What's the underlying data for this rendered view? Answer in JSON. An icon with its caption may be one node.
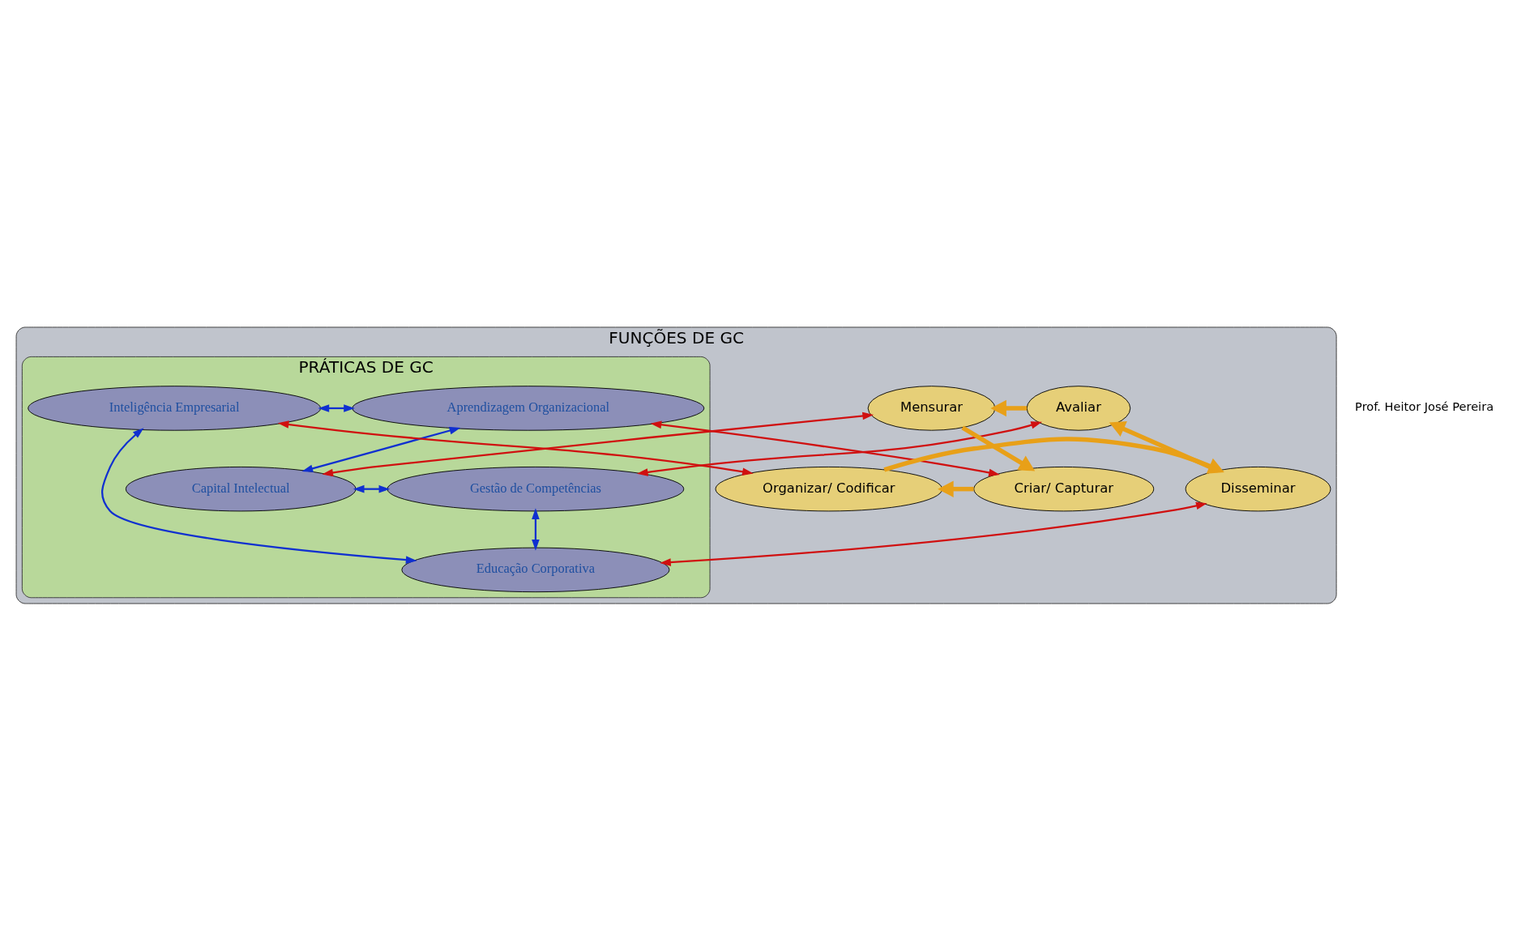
{
  "diagram": {
    "nodes": [
      {
        "text": [
          "FUNÇÕES DE GC"
        ]
      },
      {
        "text": [
          "PRÁTICAS DE GC"
        ],
        "in": 0
      },
      {
        "text": [
          "Criar/ Capturar"
        ],
        "in": 0
      },
      {
        "text": [
          "Organizar/ Codificar"
        ],
        "in": 0
      },
      {
        "text": [
          "Disseminar"
        ],
        "in": 0
      },
      {
        "text": [
          "Aprendizagem Organizacional"
        ],
        "in": 1
      },
      {
        "text": [
          "Inteligência Empresarial"
        ],
        "in": 1
      },
      {
        "text": [
          "Educação Corporativa"
        ],
        "in": 1
      },
      {
        "text": [
          "Capital Intelectual"
        ],
        "in": 1
      },
      {
        "text": [
          "Gestão de Competências"
        ],
        "in": 1
      },
      {
        "text": [
          "Mensurar"
        ],
        "in": 0
      },
      {
        "text": [
          "Avaliar"
        ],
        "in": 0
      }
    ],
    "edges": [
      {
        "from": 2,
        "to": 3,
        "arrow": "to",
        "style": "thick",
        "color": "#e8a018"
      },
      {
        "from": 3,
        "to": 4,
        "arrow": "to",
        "style": "thick",
        "color": "#e8a018"
      },
      {
        "from": 4,
        "to": 11,
        "arrow": "to",
        "style": "thick",
        "color": "#e8a018"
      },
      {
        "from": 11,
        "to": 10,
        "arrow": "to",
        "style": "thick",
        "color": "#e8a018"
      },
      {
        "from": 10,
        "to": 2,
        "arrow": "to",
        "style": "thick",
        "color": "#e8a018"
      },
      {
        "from": 2,
        "to": 5,
        "arrow": "both",
        "color": "#d01010"
      },
      {
        "from": 3,
        "to": 6,
        "arrow": "both",
        "color": "#d01010"
      },
      {
        "from": 4,
        "to": 7,
        "arrow": "both",
        "color": "#d01010"
      },
      {
        "from": 9,
        "to": 11,
        "arrow": "both",
        "color": "#d01010"
      },
      {
        "from": 8,
        "to": 10,
        "arrow": "both",
        "color": "#d01010"
      },
      {
        "from": 5,
        "to": 6,
        "arrow": "both",
        "color": "#1030d0"
      },
      {
        "from": 6,
        "to": 7,
        "arrow": "both",
        "color": "#1030d0"
      },
      {
        "from": 5,
        "to": 8,
        "arrow": "both",
        "color": "#1030d0"
      },
      {
        "from": 8,
        "to": 9,
        "arrow": "both",
        "color": "#1030d0"
      },
      {
        "from": 9,
        "to": 7,
        "arrow": "both",
        "color": "#1030d0"
      }
    ],
    "labels": [
      "Prof. Heitor José Pereira"
    ]
  }
}
